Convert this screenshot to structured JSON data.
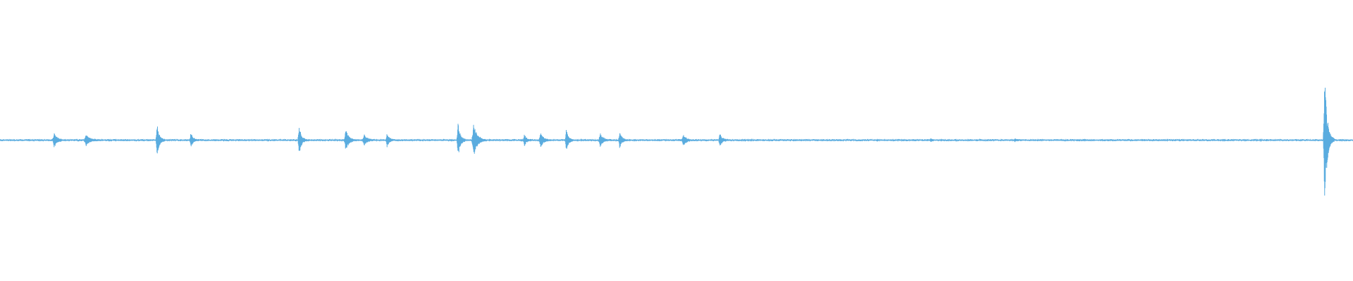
{
  "waveform": {
    "color": "#5aacdf",
    "baseline_amplitude": 0.006,
    "transients": [
      {
        "t": 0.04,
        "amp": 0.05,
        "width": 0.002
      },
      {
        "t": 0.0635,
        "amp": 0.04,
        "width": 0.0025
      },
      {
        "t": 0.116,
        "amp": 0.12,
        "width": 0.0015
      },
      {
        "t": 0.141,
        "amp": 0.05,
        "width": 0.0015
      },
      {
        "t": 0.221,
        "amp": 0.11,
        "width": 0.0015
      },
      {
        "t": 0.2555,
        "amp": 0.08,
        "width": 0.002
      },
      {
        "t": 0.269,
        "amp": 0.04,
        "width": 0.002
      },
      {
        "t": 0.286,
        "amp": 0.05,
        "width": 0.0015
      },
      {
        "t": 0.3385,
        "amp": 0.13,
        "width": 0.0015
      },
      {
        "t": 0.35,
        "amp": 0.12,
        "width": 0.0025
      },
      {
        "t": 0.3875,
        "amp": 0.04,
        "width": 0.0015
      },
      {
        "t": 0.3995,
        "amp": 0.05,
        "width": 0.002
      },
      {
        "t": 0.4185,
        "amp": 0.08,
        "width": 0.0015
      },
      {
        "t": 0.4435,
        "amp": 0.05,
        "width": 0.002
      },
      {
        "t": 0.458,
        "amp": 0.06,
        "width": 0.0015
      },
      {
        "t": 0.505,
        "amp": 0.04,
        "width": 0.002
      },
      {
        "t": 0.532,
        "amp": 0.05,
        "width": 0.0015
      },
      {
        "t": 0.688,
        "amp": 0.012,
        "width": 0.001
      },
      {
        "t": 0.75,
        "amp": 0.012,
        "width": 0.001
      },
      {
        "t": 0.979,
        "amp": 0.48,
        "width": 0.0018
      }
    ]
  }
}
